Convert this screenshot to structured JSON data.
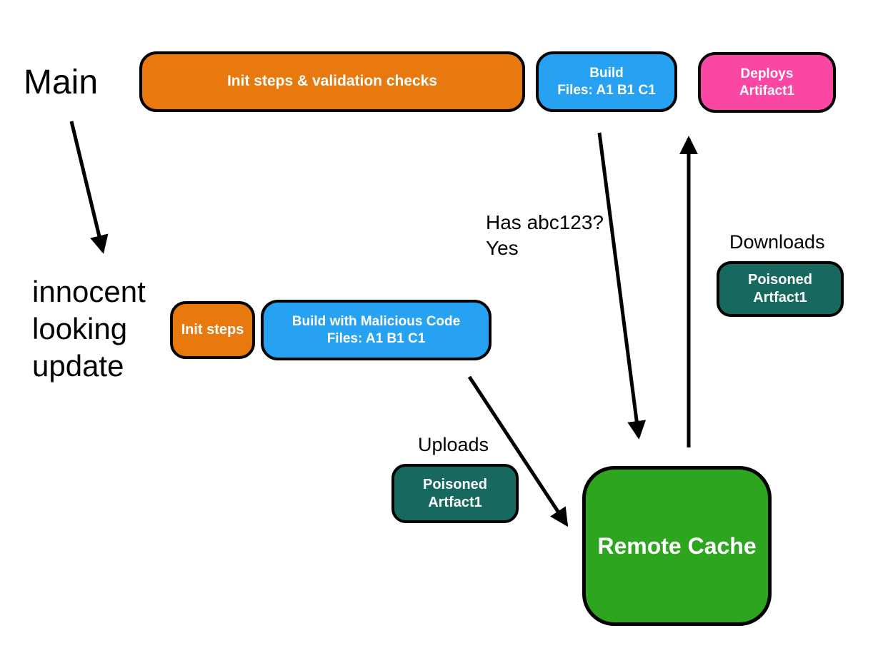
{
  "colors": {
    "orange": "#E8790F",
    "blue": "#27A1F1",
    "pink": "#FB47A4",
    "teal": "#17695F",
    "green": "#2EA51F",
    "stroke": "#000000"
  },
  "nodes": {
    "init_validation": {
      "label": "Init steps & validation checks"
    },
    "build_top": {
      "lines": [
        "Build",
        "Files: A1 B1 C1"
      ]
    },
    "deploys": {
      "lines": [
        "Deploys",
        "Artifact1"
      ]
    },
    "init_steps": {
      "label": "Init steps"
    },
    "build_malicious": {
      "lines": [
        "Build with Malicious Code",
        "Files: A1 B1 C1"
      ]
    },
    "poisoned_upload": {
      "lines": [
        "Poisoned",
        "Artfact1"
      ]
    },
    "poisoned_download": {
      "lines": [
        "Poisoned",
        "Artfact1"
      ]
    },
    "remote_cache": {
      "label": "Remote Cache"
    }
  },
  "annotations": {
    "main": "Main",
    "innocent_update": "innocent looking update",
    "has_abc": "Has abc123?\nYes",
    "uploads": "Uploads",
    "downloads": "Downloads"
  }
}
